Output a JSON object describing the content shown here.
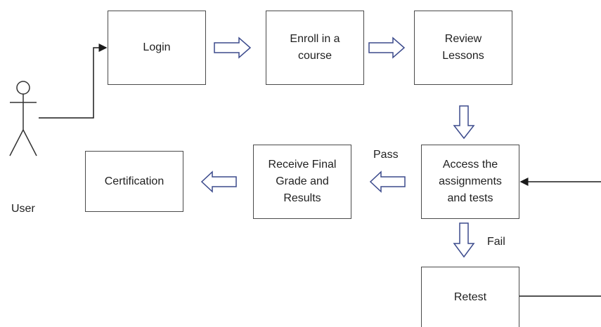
{
  "actor": {
    "label": "User"
  },
  "boxes": {
    "login": "Login",
    "enroll": "Enroll in a\ncourse",
    "review": "Review\nLessons",
    "access": "Access the\nassignments\nand tests",
    "receive": "Receive Final\nGrade and\nResults",
    "certification": "Certification",
    "retest": "Retest"
  },
  "edge_labels": {
    "pass": "Pass",
    "fail": "Fail"
  },
  "colors": {
    "box_border": "#4a4a4a",
    "arrow_outline": "#3b4a8c",
    "line": "#1a1a1a"
  }
}
